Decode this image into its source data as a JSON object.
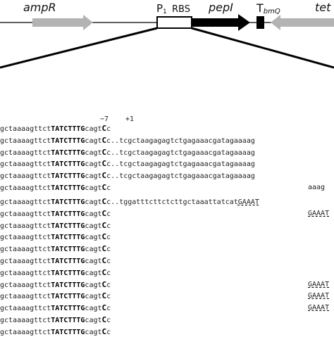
{
  "diagram": {
    "genes": {
      "ampR": "ampR",
      "p1": "P",
      "p1_sub": "1",
      "rbs": "RBS",
      "pepI": "pepI",
      "term": "T",
      "term_sub": "bmQ",
      "tet": "tet"
    },
    "colors": {
      "gene_gray": "#b3b3b3",
      "gene_black": "#000000",
      "line": "#000000"
    },
    "positions": {
      "minus7": "−7",
      "plus1": "+1"
    }
  },
  "sequences": {
    "group1": [
      {
        "pre": "gctaaaagttct",
        "box": "TATCTTTG",
        "mid": "cagt",
        "tss": "C",
        "post": "c",
        "tail": ""
      },
      {
        "pre": "gctaaaagttct",
        "box": "TATCTTTG",
        "mid": "cagt",
        "tss": "C",
        "post": "c..",
        "tail": "tcgctaagagagtctgagaaacgatagaaaag"
      },
      {
        "pre": "gctaaaagttct",
        "box": "TATCTTTG",
        "mid": "cagt",
        "tss": "C",
        "post": "c..",
        "tail": "tcgctaagagagtctgagaaacgatagaaaag"
      },
      {
        "pre": "gctaaaagttct",
        "box": "TATCTTTG",
        "mid": "cagt",
        "tss": "C",
        "post": "c..",
        "tail": "tcgctaagagagtctgagaaacgatagaaaag"
      },
      {
        "pre": "gctaaaagttct",
        "box": "TATCTTTG",
        "mid": "cagt",
        "tss": "C",
        "post": "c..",
        "tail": "tcgctaagagagtctgagaaacgatagaaaag"
      },
      {
        "pre": "gctaaaagttct",
        "box": "TATCTTTG",
        "mid": "cagt",
        "tss": "C",
        "post": "c",
        "tail": "aaag"
      }
    ],
    "group2": [
      {
        "pre": "gctaaaagttct",
        "box": "TATCTTTG",
        "mid": "cagt",
        "tss": "C",
        "post": "c..",
        "tail": "tggatttcttctcttgctaaattatcat",
        "end": "GAAAT"
      },
      {
        "pre": "gctaaaagttct",
        "box": "TATCTTTG",
        "mid": "cagt",
        "tss": "C",
        "post": "c",
        "tail": "",
        "end": "GAAAT"
      },
      {
        "pre": "gctaaaagttct",
        "box": "TATCTTTG",
        "mid": "cagt",
        "tss": "C",
        "post": "c",
        "tail": "",
        "end": ""
      },
      {
        "pre": "gctaaaagttct",
        "box": "TATCTTTG",
        "mid": "cagt",
        "tss": "C",
        "post": "c",
        "tail": "",
        "end": ""
      },
      {
        "pre": "gctaaaagttct",
        "box": "TATCTTTG",
        "mid": "cagt",
        "tss": "C",
        "post": "c",
        "tail": "",
        "end": ""
      },
      {
        "pre": "gctaaaagttct",
        "box": "TATCTTTG",
        "mid": "cagt",
        "tss": "C",
        "post": "c",
        "tail": "",
        "end": ""
      },
      {
        "pre": "gctaaaagttct",
        "box": "TATCTTTG",
        "mid": "cagt",
        "tss": "C",
        "post": "c",
        "tail": "",
        "end": ""
      },
      {
        "pre": "gctaaaagttct",
        "box": "TATCTTTG",
        "mid": "cagt",
        "tss": "C",
        "post": "c",
        "tail": "",
        "end": "GAAAT"
      },
      {
        "pre": "gctaaaagttct",
        "box": "TATCTTTG",
        "mid": "cagt",
        "tss": "C",
        "post": "c",
        "tail": "",
        "end": "GAAAT"
      },
      {
        "pre": "gctaaaagttct",
        "box": "TATCTTTG",
        "mid": "cagt",
        "tss": "C",
        "post": "c",
        "tail": "",
        "end": "GAAAT"
      },
      {
        "pre": "gctaaaagttct",
        "box": "TATCTTTG",
        "mid": "cagt",
        "tss": "C",
        "post": "c",
        "tail": "",
        "end": ""
      },
      {
        "pre": "gctaaaagttct",
        "box": "TATCTTTG",
        "mid": "cagt",
        "tss": "C",
        "post": "c",
        "tail": "",
        "end": ""
      }
    ]
  }
}
